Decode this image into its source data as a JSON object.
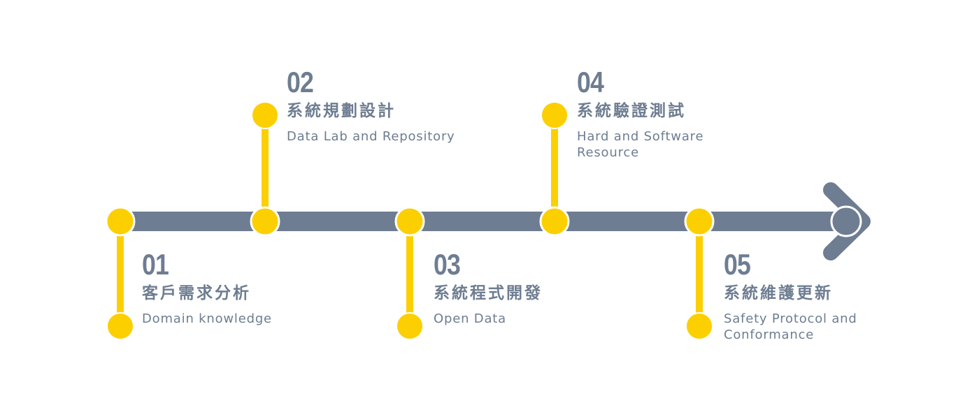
{
  "colors": {
    "track": "#6e7d91",
    "node": "#fccf00",
    "text": "#6e7d91",
    "ring": "#ffffff"
  },
  "steps": [
    {
      "number": "01",
      "title": "客戶需求分析",
      "subtitle": "Domain knowledge",
      "side": "bottom"
    },
    {
      "number": "02",
      "title": "系統規劃設計",
      "subtitle": "Data Lab and Repository",
      "side": "top"
    },
    {
      "number": "03",
      "title": "系統程式開發",
      "subtitle": "Open Data",
      "side": "bottom"
    },
    {
      "number": "04",
      "title": "系統驗證測試",
      "subtitle": "Hard and Software\nResource",
      "side": "top"
    },
    {
      "number": "05",
      "title": "系統維護更新",
      "subtitle": "Safety Protocol and\nConformance",
      "side": "bottom"
    }
  ]
}
